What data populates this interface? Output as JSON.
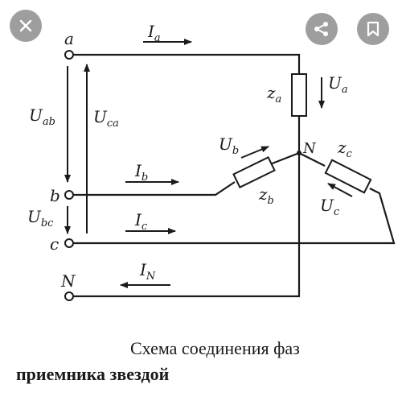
{
  "toolbar": {
    "close_icon": "close-icon",
    "share_icon": "share-icon",
    "bookmark_icon": "bookmark-icon",
    "button_color": "#9e9e9e",
    "icon_color": "#ffffff"
  },
  "diagram": {
    "line_color": "#1a1a1a",
    "nodes": {
      "a": "a",
      "b": "b",
      "c": "c",
      "n_terminal": "N",
      "n_star": "N"
    },
    "currents": {
      "ia": "I",
      "ia_sub": "a",
      "ib": "I",
      "ib_sub": "b",
      "ic": "I",
      "ic_sub": "c",
      "in": "I",
      "in_sub": "N"
    },
    "voltages": {
      "uab": "U",
      "uab_sub": "ab",
      "uca": "U",
      "uca_sub": "ca",
      "ubc": "U",
      "ubc_sub": "bc",
      "ua": "U",
      "ua_sub": "a",
      "ub": "U",
      "ub_sub": "b",
      "uc": "U",
      "uc_sub": "c"
    },
    "impedances": {
      "za": "z",
      "za_sub": "a",
      "zb": "z",
      "zb_sub": "b",
      "zc": "z",
      "zc_sub": "c"
    }
  },
  "caption": {
    "line1": "Схема соединения фаз",
    "line2": "приемника звездой"
  }
}
